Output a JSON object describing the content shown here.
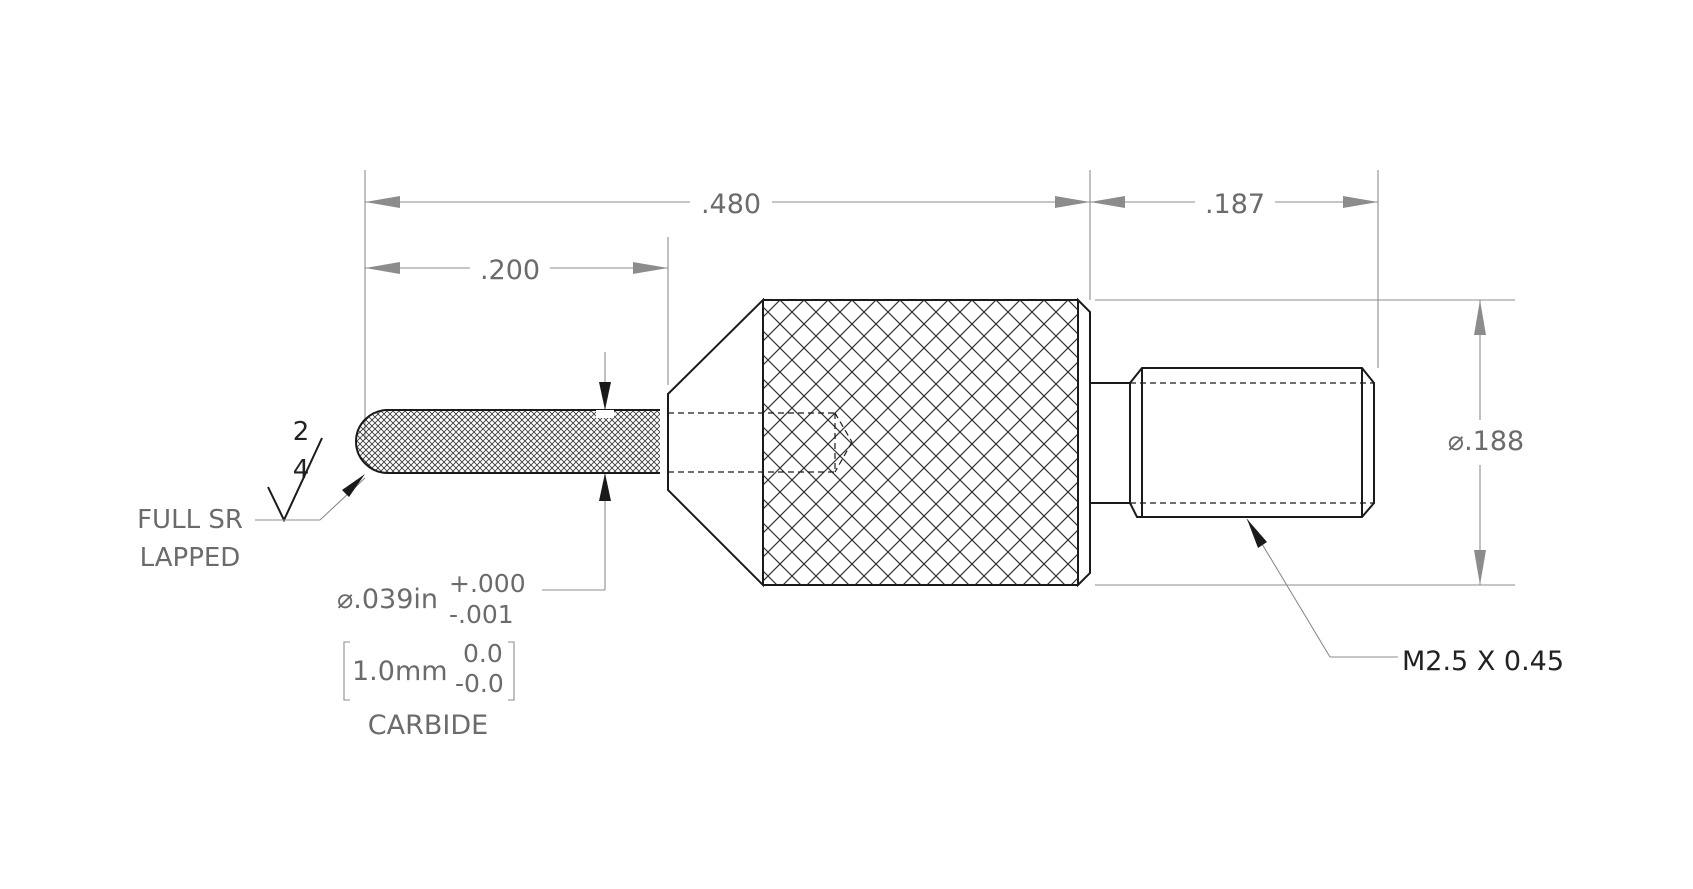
{
  "dimensions": {
    "overall_length": ".480",
    "stylus_length": ".200",
    "thread_length": ".187",
    "diameter_symbol": "⌀",
    "thread_diameter": ".188"
  },
  "stylus_callout": {
    "diameter": ".039in",
    "tol_plus": "+.000",
    "tol_minus": "-.001",
    "metric_value": "1.0mm",
    "metric_plus": "0.0",
    "metric_minus": "-0.0",
    "material": "CARBIDE"
  },
  "surface_finish": {
    "value_top": "2",
    "value_bottom": "4",
    "note_line1": "FULL SR",
    "note_line2": "LAPPED"
  },
  "thread_callout": {
    "spec": "M2.5 X 0.45"
  },
  "colors": {
    "object_line": "#1a1a1a",
    "dimension_line": "#8c8c8c",
    "dimension_text": "#6b6b6b"
  }
}
